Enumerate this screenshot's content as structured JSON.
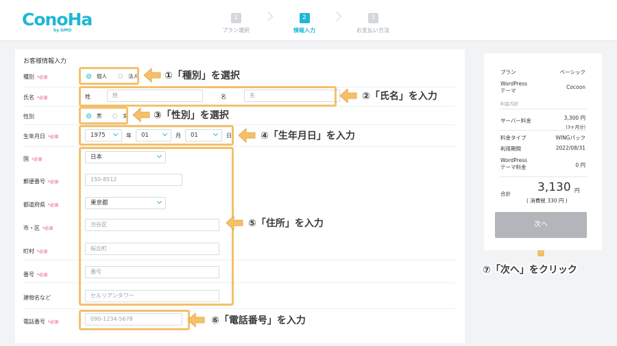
{
  "header": {
    "logo": "ConoHa",
    "logo_by": "by GMO",
    "steps": [
      {
        "num": "1",
        "label": "プラン選択"
      },
      {
        "num": "2",
        "label": "情報入力"
      },
      {
        "num": "3",
        "label": "お支払い方法"
      }
    ]
  },
  "form": {
    "section_title": "お客様情報入力",
    "required_mark": "*必須",
    "type": {
      "label": "種別",
      "option_individual": "個人",
      "option_corporate": "法人"
    },
    "name": {
      "label": "氏名",
      "last_label": "姓",
      "last_placeholder": "姓",
      "first_label": "名",
      "first_placeholder": "名"
    },
    "gender": {
      "label": "性別",
      "option_male": "男",
      "option_female": "女"
    },
    "birth": {
      "label": "生年月日",
      "year": "1975",
      "year_unit": "年",
      "month": "01",
      "month_unit": "月",
      "day": "01",
      "day_unit": "日"
    },
    "country": {
      "label": "国",
      "value": "日本"
    },
    "postal": {
      "label": "郵便番号",
      "placeholder": "150-8512"
    },
    "prefecture": {
      "label": "都道府県",
      "value": "東京都"
    },
    "city": {
      "label": "市・区",
      "placeholder": "渋谷区"
    },
    "town": {
      "label": "町村",
      "placeholder": "桜丘町"
    },
    "number": {
      "label": "番号",
      "placeholder": "番号"
    },
    "building": {
      "label": "建物名など",
      "placeholder": "セルリアンタワー"
    },
    "phone": {
      "label": "電話番号",
      "placeholder": "090-1234-5678"
    }
  },
  "callouts": {
    "c1": "①「種別」を選択",
    "c2": "②「氏名」を入力",
    "c3": "③「性別」を選択",
    "c4": "④「生年月日」を入力",
    "c5": "⑤「住所」を入力",
    "c6": "⑥「電話番号」を入力",
    "c7": "⑦「次へ」をクリック"
  },
  "summary": {
    "plan_label": "プラン",
    "plan_value": "ベーシック",
    "theme_label_1": "WordPress",
    "theme_label_2": "テーマ",
    "theme_value": "Cocoon",
    "breakdown_label": "料金内訳",
    "server_label": "サーバー料金",
    "server_value": "3,300 円",
    "server_sub": "(3ヶ月分)",
    "fee_type_label": "料金タイプ",
    "fee_type_value": "WINGパック",
    "period_label": "利用期間",
    "period_value": "2022/08/31",
    "theme_fee_label_1": "WordPress",
    "theme_fee_label_2": "テーマ料金",
    "theme_fee_value": "0 円",
    "total_label": "合計",
    "total_value": "3,130",
    "total_unit": "円",
    "total_tax": "( 消費税 330 円 )",
    "next_button": "次へ"
  },
  "colors": {
    "accent": "#1fb7d6",
    "highlight": "#f4c06a",
    "required": "#e7466a"
  }
}
